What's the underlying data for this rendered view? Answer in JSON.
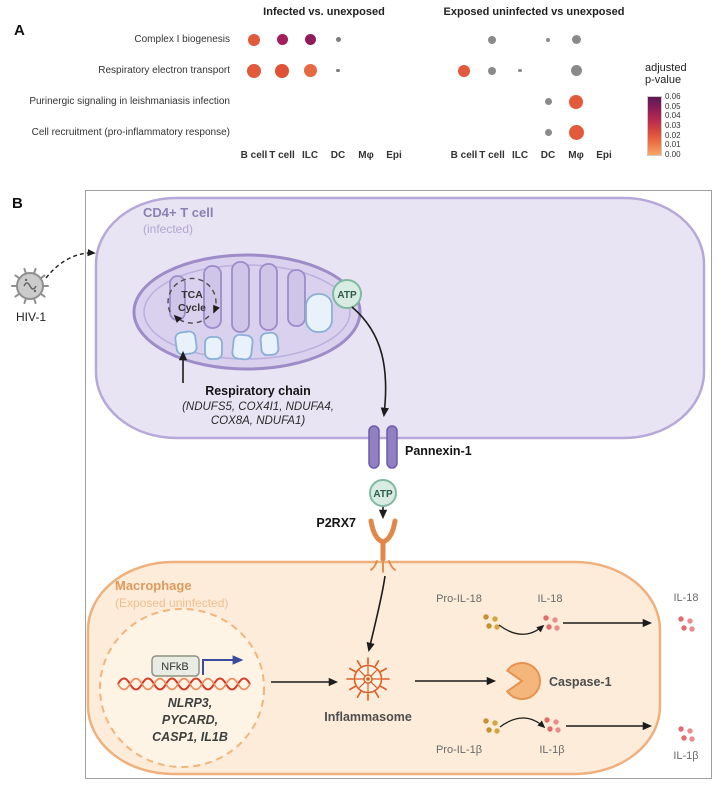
{
  "panelA": {
    "label": "A"
  },
  "chart_data": [
    {
      "type": "dotplot",
      "title": "Infected vs. unexposed",
      "x_categories": [
        "B cell",
        "T cell",
        "ILC",
        "DC",
        "Mφ",
        "Epi"
      ],
      "y_categories": [
        "Complex I biogenesis",
        "Respiratory electron transport",
        "Purinergic signaling in leishmaniasis infection",
        "Cell recruitment (pro-inflammatory response)"
      ],
      "points": [
        {
          "pathway": "Complex I biogenesis",
          "cell": "B cell",
          "adj_p": 0.005,
          "r": 6,
          "color": "#e2593c"
        },
        {
          "pathway": "Complex I biogenesis",
          "cell": "T cell",
          "adj_p": 0.05,
          "r": 5.5,
          "color": "#a21d5c"
        },
        {
          "pathway": "Complex I biogenesis",
          "cell": "ILC",
          "adj_p": 0.055,
          "r": 5.5,
          "color": "#8e1d5e"
        },
        {
          "pathway": "Complex I biogenesis",
          "cell": "DC",
          "adj_p": null,
          "r": 2.5,
          "color": "#7d7d7d"
        },
        {
          "pathway": "Respiratory electron transport",
          "cell": "B cell",
          "adj_p": 0.003,
          "r": 7,
          "color": "#e2593c"
        },
        {
          "pathway": "Respiratory electron transport",
          "cell": "T cell",
          "adj_p": 0.005,
          "r": 7,
          "color": "#e05136"
        },
        {
          "pathway": "Respiratory electron transport",
          "cell": "ILC",
          "adj_p": 0.01,
          "r": 6.5,
          "color": "#e56a41"
        },
        {
          "pathway": "Respiratory electron transport",
          "cell": "DC",
          "adj_p": null,
          "r": 1.8,
          "color": "#7d7d7d"
        }
      ],
      "legend": {
        "title_lines": [
          "adjusted",
          "p-value"
        ],
        "ticks": [
          "0.06",
          "0.05",
          "0.04",
          "0.03",
          "0.02",
          "0.01",
          "0.00"
        ],
        "range": [
          0,
          0.06
        ],
        "colors_top_to_bottom": [
          "#5c1a54",
          "#8c1c57",
          "#b92a4f",
          "#d94a3d",
          "#ef7444",
          "#f9a668"
        ]
      }
    },
    {
      "type": "dotplot",
      "title": "Exposed uninfected vs unexposed",
      "x_categories": [
        "B cell",
        "T cell",
        "ILC",
        "DC",
        "Mφ",
        "Epi"
      ],
      "y_categories": [
        "Complex I biogenesis",
        "Respiratory electron transport",
        "Purinergic signaling in leishmaniasis infection",
        "Cell recruitment (pro-inflammatory response)"
      ],
      "points": [
        {
          "pathway": "Complex I biogenesis",
          "cell": "T cell",
          "adj_p": null,
          "r": 4,
          "color": "#8a8a8a"
        },
        {
          "pathway": "Complex I biogenesis",
          "cell": "DC",
          "adj_p": null,
          "r": 2,
          "color": "#8a8a8a"
        },
        {
          "pathway": "Complex I biogenesis",
          "cell": "Mφ",
          "adj_p": null,
          "r": 4.5,
          "color": "#8a8a8a"
        },
        {
          "pathway": "Respiratory electron transport",
          "cell": "B cell",
          "adj_p": 0.01,
          "r": 6,
          "color": "#e2593c"
        },
        {
          "pathway": "Respiratory electron transport",
          "cell": "T cell",
          "adj_p": null,
          "r": 4,
          "color": "#8a8a8a"
        },
        {
          "pathway": "Respiratory electron transport",
          "cell": "ILC",
          "adj_p": null,
          "r": 1.8,
          "color": "#8a8a8a"
        },
        {
          "pathway": "Respiratory electron transport",
          "cell": "Mφ",
          "adj_p": null,
          "r": 5.5,
          "color": "#8a8a8a"
        },
        {
          "pathway": "Purinergic signaling in leishmaniasis infection",
          "cell": "DC",
          "adj_p": null,
          "r": 3.5,
          "color": "#8a8a8a"
        },
        {
          "pathway": "Purinergic signaling in leishmaniasis infection",
          "cell": "Mφ",
          "adj_p": 0.005,
          "r": 7,
          "color": "#e2593c"
        },
        {
          "pathway": "Cell recruitment (pro-inflammatory response)",
          "cell": "DC",
          "adj_p": null,
          "r": 3.5,
          "color": "#8a8a8a"
        },
        {
          "pathway": "Cell recruitment (pro-inflammatory response)",
          "cell": "Mφ",
          "adj_p": 0.004,
          "r": 7.5,
          "color": "#e2593c"
        }
      ]
    }
  ],
  "panelB": {
    "label": "B",
    "hiv_label": "HIV-1",
    "tcell_title": "CD4+ T cell",
    "tcell_subtitle": "(infected)",
    "tca_line1": "TCA",
    "tca_line2": "Cycle",
    "atp_mito": "ATP",
    "resp_chain_title": "Respiratory chain",
    "resp_genes_line1": "(NDUFS5, COX4I1, NDUFA4,",
    "resp_genes_line2": "COX8A, NDUFA1)",
    "pannexin_label": "Pannexin-1",
    "atp_extracellular": "ATP",
    "p2rx7_label": "P2RX7",
    "mac_title": "Macrophage",
    "mac_subtitle": "(Exposed uninfected)",
    "nfkb_label": "NFkB",
    "gene_line1": "NLRP3,",
    "gene_line2": "PYCARD,",
    "gene_line3": "CASP1, IL1B",
    "inflammasome_label": "Inflammasome",
    "caspase_label": "Caspase-1",
    "pro_il18": "Pro-IL-18",
    "il18": "IL-18",
    "il18_secreted": "IL-18",
    "pro_il1b": "Pro-IL-1β",
    "il1b": "IL-1β",
    "il1b_secreted": "IL-1β"
  }
}
